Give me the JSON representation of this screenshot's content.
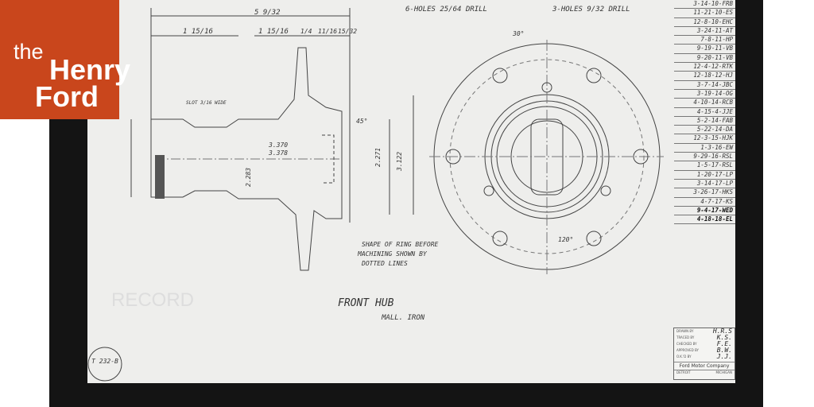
{
  "logo": {
    "line1": "the",
    "line2": "Henry",
    "line3": "Ford",
    "color": "#c9461c"
  },
  "drawing": {
    "title": "FRONT HUB",
    "material": "MALL. IRON",
    "note": [
      "SHAPE OF RING BEFORE",
      "MACHINING SHOWN BY",
      "DOTTED LINES"
    ],
    "drill_left": "6-HOLES 25/64 DRILL",
    "drill_right": "3-HOLES 9/32 DRILL",
    "slot_note": "SLOT 3/16 WIDE",
    "dimensions": [
      "5 9/32",
      "1 15/16",
      "1 15/16",
      "1/4",
      "11/16",
      "15/32",
      "3.370",
      "3.378",
      "2.283",
      "2.271",
      "3.122",
      "30°",
      "120°",
      "45°"
    ],
    "drawing_number": "T 232-B",
    "watermark": "RECORD"
  },
  "revisions": [
    "3-14-10-FRB",
    "11-21-10-ES",
    "12-8-10-EHC",
    "3-24-11-AT",
    "7-8-11-HP",
    "9-19-11-VB",
    "9-20-11-VB",
    "12-4-12-RTK",
    "12-18-12-HJ",
    "3-7-14-JBC",
    "3-19-14-OG",
    "4-10-14-RCB",
    "4-15-4-JJE",
    "5-2-14-FAB",
    "5-22-14-DA",
    "12-3-15-HJK",
    "1-3-16-EW",
    "9-29-16-RSL",
    "1-5-17-RSL",
    "1-20-17-LP",
    "3-14-17-LP",
    "3-26-17-HKS",
    "4-7-17-KS",
    "9-4-17-WED",
    "4-18-18-EL"
  ],
  "title_block": {
    "rows": [
      {
        "label": "DRAWN BY",
        "value": "H.R.S"
      },
      {
        "label": "TRACED BY",
        "value": "K.S."
      },
      {
        "label": "CHECKED BY",
        "value": "F.E."
      },
      {
        "label": "APPROVED BY",
        "value": "B.W."
      },
      {
        "label": "O.K.'D BY",
        "value": "J.J."
      }
    ],
    "company": "Ford Motor Company",
    "city": "DETROIT",
    "state": "MICHIGAN"
  }
}
